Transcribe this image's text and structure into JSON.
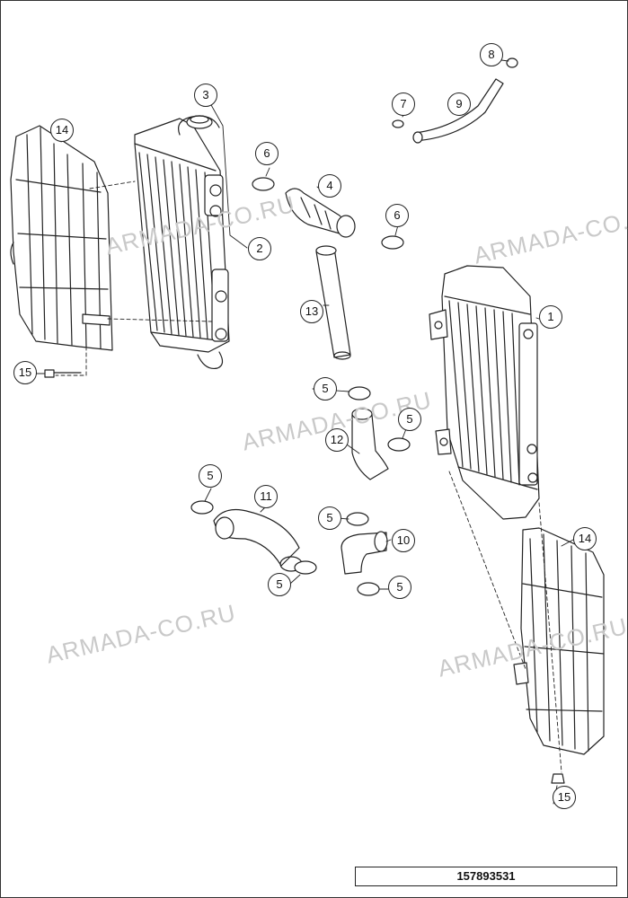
{
  "watermarks": [
    "ARMADA-CO.RU",
    "ARMADA-CO.RU",
    "ARMADA-CO.RU",
    "ARMADA-CO.RU",
    "ARMADA-CO.RU"
  ],
  "document_number": "157893531",
  "callouts": [
    {
      "label": "1"
    },
    {
      "label": "2"
    },
    {
      "label": "3"
    },
    {
      "label": "4"
    },
    {
      "label": "5"
    },
    {
      "label": "5"
    },
    {
      "label": "5"
    },
    {
      "label": "5"
    },
    {
      "label": "5"
    },
    {
      "label": "5"
    },
    {
      "label": "6"
    },
    {
      "label": "6"
    },
    {
      "label": "7"
    },
    {
      "label": "8"
    },
    {
      "label": "9"
    },
    {
      "label": "10"
    },
    {
      "label": "11"
    },
    {
      "label": "12"
    },
    {
      "label": "13"
    },
    {
      "label": "14"
    },
    {
      "label": "14"
    },
    {
      "label": "15"
    },
    {
      "label": "15"
    }
  ]
}
